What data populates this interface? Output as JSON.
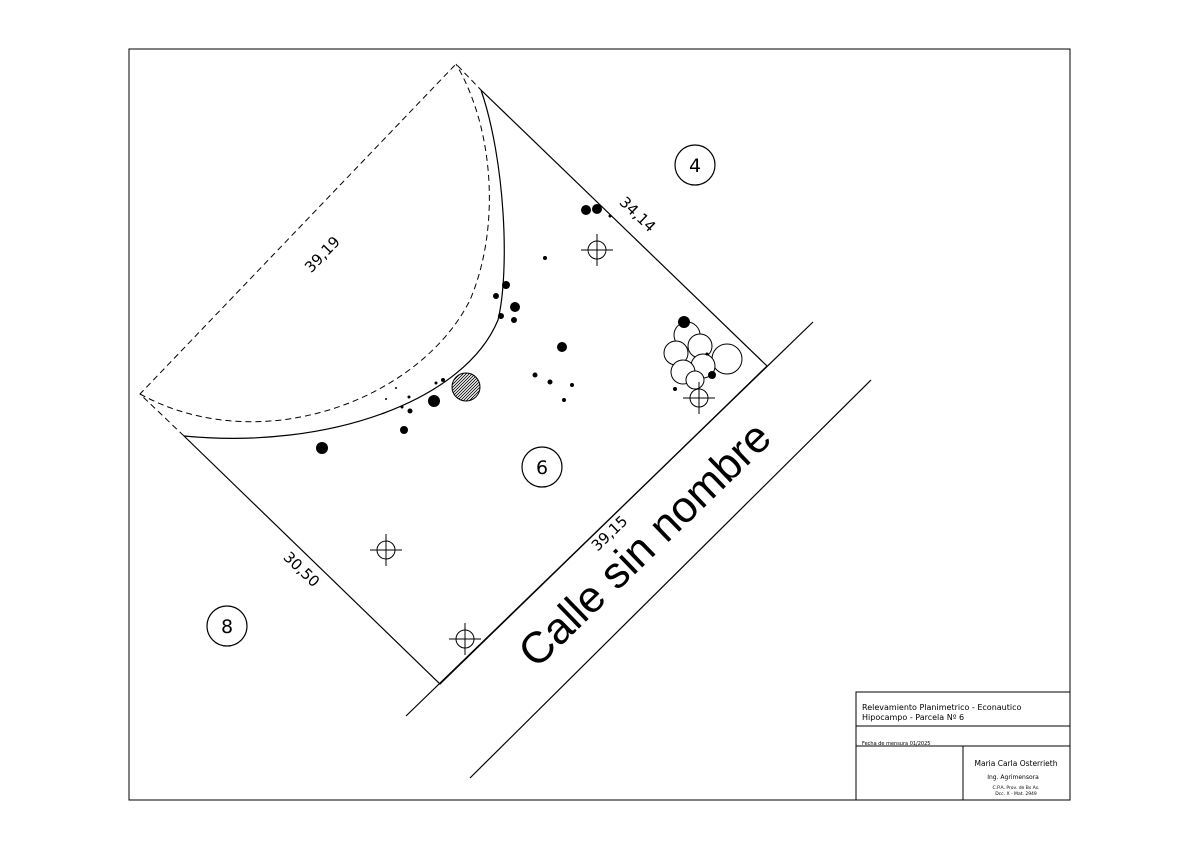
{
  "plan": {
    "lots": {
      "main": "6",
      "north_east": "4",
      "south_west": "8"
    },
    "dimensions": {
      "north_west": "39,19",
      "north_east": "34,14",
      "south_east": "39,15",
      "south_west": "30,50"
    },
    "street_name": "Calle sin nombre"
  },
  "title_block": {
    "title_line1": "Relevamiento Planimetrico - Econautico",
    "title_line2": "Hipocampo - Parcela Nº 6",
    "date_label": "Fecha de mensura 01/2025",
    "surveyor_name": "Maria Carla Osterrieth",
    "surveyor_title": "Ing. Agrimensora",
    "registration_line1": "C.P.A. Prov. de Bs As.",
    "registration_line2": "Dcc. X - Mat. 2949"
  },
  "colors": {
    "ink": "#000000",
    "paper": "#ffffff"
  }
}
